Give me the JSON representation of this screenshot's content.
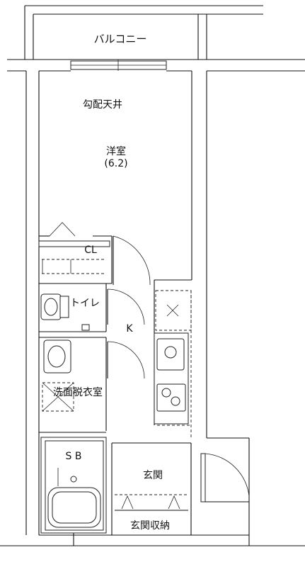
{
  "rooms": {
    "balcony": "バルコニー",
    "sloped_ceiling": "勾配天井",
    "western_room": "洋室",
    "western_room_size": "(6.2)",
    "closet": "CL",
    "toilet": "トイレ",
    "kitchen": "K",
    "washroom": "洗面脱衣室",
    "bath": "S  B",
    "entrance": "玄関",
    "entrance_storage": "玄関収納"
  },
  "colors": {
    "line": "#111111",
    "background": "#ffffff"
  }
}
